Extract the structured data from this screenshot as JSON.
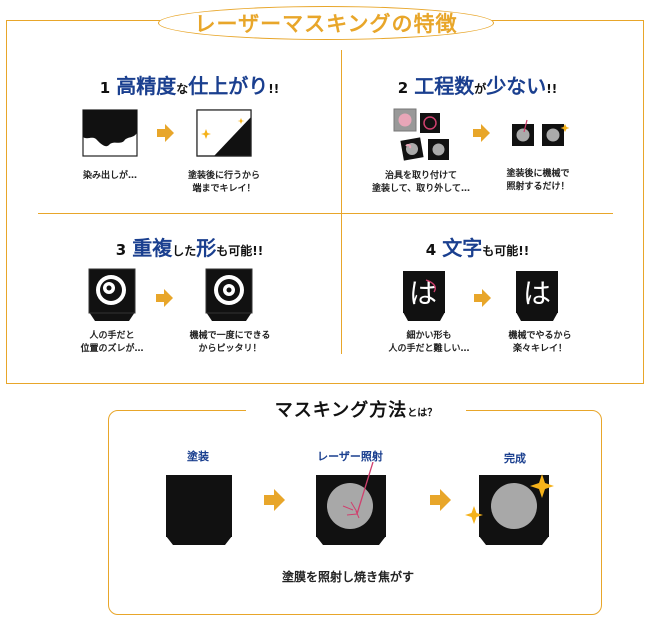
{
  "title": "レーザーマスキングの特徴",
  "features": [
    {
      "num": "1",
      "heading": [
        {
          "t": "高精度",
          "s": "big"
        },
        {
          "t": "な",
          "s": "small"
        },
        {
          "t": "仕上がり",
          "s": "big"
        },
        {
          "t": "!!",
          "s": "small"
        }
      ],
      "before_caption": [
        "染み出しが…"
      ],
      "after_caption": [
        "塗装後に行うから",
        "端までキレイ！"
      ]
    },
    {
      "num": "2",
      "heading": [
        {
          "t": "工程数",
          "s": "big"
        },
        {
          "t": "が",
          "s": "small"
        },
        {
          "t": "少ない",
          "s": "big"
        },
        {
          "t": "!!",
          "s": "small"
        }
      ],
      "before_caption": [
        "治具を取り付けて",
        "塗装して、取り外して…"
      ],
      "after_caption": [
        "塗装後に機械で",
        "照射するだけ！"
      ]
    },
    {
      "num": "3",
      "heading": [
        {
          "t": "重複",
          "s": "big"
        },
        {
          "t": "した",
          "s": "small"
        },
        {
          "t": "形",
          "s": "big"
        },
        {
          "t": "も可能!!",
          "s": "small"
        }
      ],
      "before_caption": [
        "人の手だと",
        "位置のズレが…"
      ],
      "after_caption": [
        "機械で一度にできる",
        "からピッタリ！"
      ]
    },
    {
      "num": "4",
      "heading": [
        {
          "t": "文字",
          "s": "big"
        },
        {
          "t": "も可能!!",
          "s": "small"
        }
      ],
      "before_caption": [
        "細かい形も",
        "人の手だと難しい…"
      ],
      "after_caption": [
        "機械でやるから",
        "楽々キレイ！"
      ],
      "glyph": "は"
    }
  ],
  "method": {
    "title": "マスキング方法",
    "title_suffix": "とは？",
    "steps": [
      "塗装",
      "レーザー照射",
      "完成"
    ],
    "caption": "塗膜を照射し焼き焦がす"
  },
  "colors": {
    "accent": "#e8a62a",
    "heading_blue": "#1a3f8f",
    "sparkle": "#f5b21a",
    "laser": "#d0406e",
    "grey_disc": "#a8a8a8"
  }
}
